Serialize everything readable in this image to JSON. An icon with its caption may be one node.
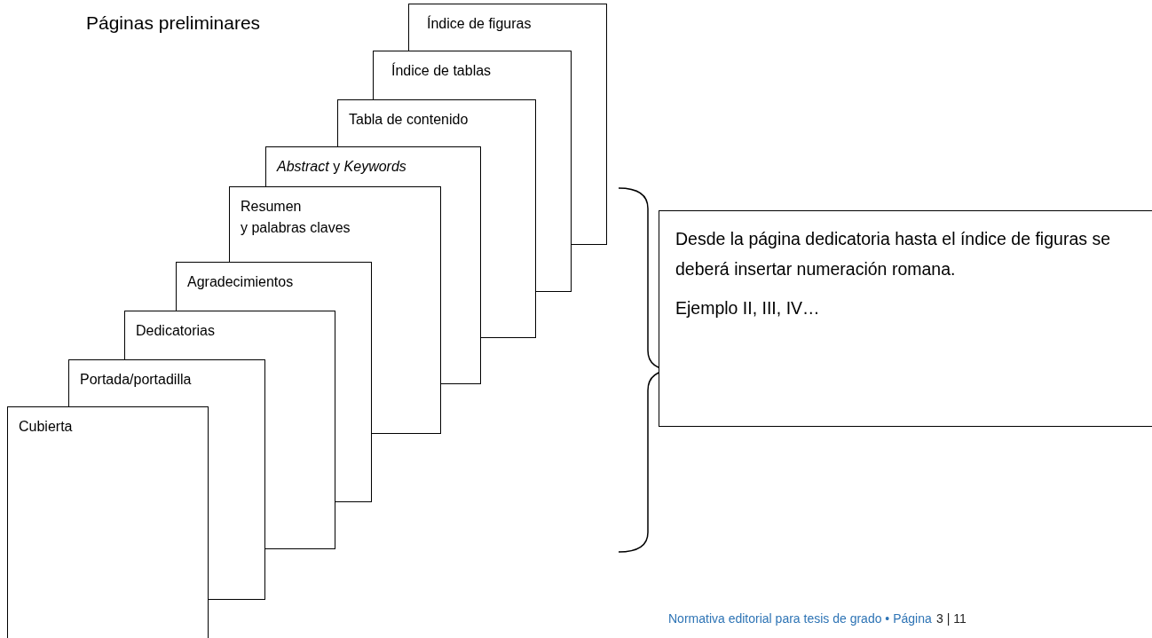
{
  "diagram": {
    "title": "Páginas preliminares",
    "nodes": [
      {
        "text": [
          "Índice de figuras"
        ]
      },
      {
        "text": [
          "Índice de tablas"
        ]
      },
      {
        "text": [
          "Tabla de contenido"
        ]
      },
      {
        "text": [
          "*Abstract* y *Keywords*"
        ]
      },
      {
        "text": [
          "Resumen",
          "y palabras claves"
        ]
      },
      {
        "text": [
          "Agradecimientos"
        ]
      },
      {
        "text": [
          "Dedicatorias"
        ]
      },
      {
        "text": [
          "Portada/portadilla"
        ]
      },
      {
        "text": [
          "Cubierta"
        ]
      },
      {
        "text": [
          "Desde la página dedicatoria hasta el índice de figuras se deberá insertar numeración romana.",
          "Ejemplo II, III, IV…"
        ]
      }
    ],
    "edges": [],
    "labels": [
      "Normativa editorial para tesis de grado • Página",
      "3 | 11"
    ]
  }
}
